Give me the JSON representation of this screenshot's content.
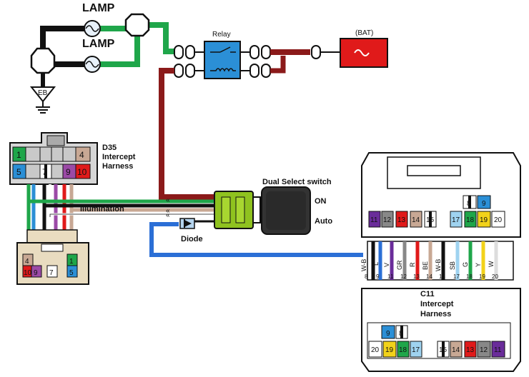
{
  "lamps": [
    {
      "label": "LAMP",
      "wire_color": "#111111"
    },
    {
      "label": "LAMP",
      "wire_color": "#1fa64a"
    }
  ],
  "ground": {
    "label": "EB"
  },
  "relay": {
    "label": "Relay",
    "color": "#2b8fd6"
  },
  "battery": {
    "label": "(BAT)",
    "color": "#e01a1a"
  },
  "switch": {
    "label": "Dual Select switch",
    "on_label": "ON",
    "auto_label": "Auto"
  },
  "diode": {
    "label": "Diode"
  },
  "illumination": {
    "label": "Illumination"
  },
  "d35": {
    "title": "D35",
    "subtitle_1": "Intercept",
    "subtitle_2": "Harness",
    "top_pins": [
      "1",
      "4",
      "5",
      "7",
      "9",
      "10"
    ],
    "bottom_pins": [
      "4",
      "10",
      "9",
      "7",
      "1",
      "5"
    ]
  },
  "c11": {
    "title": "C11",
    "subtitle_1": "Intercept",
    "subtitle_2": "Harness",
    "top_row_1": [
      "8",
      "9"
    ],
    "top_row_2": [
      "11",
      "12",
      "13",
      "14",
      "15",
      "17",
      "18",
      "19",
      "20"
    ],
    "wire_labels": [
      "W-B",
      "L",
      "V",
      "GR",
      "R",
      "BE",
      "W-B",
      "SB",
      "G",
      "Y",
      "W"
    ],
    "wire_pins": [
      "8",
      "9",
      "11",
      "12",
      "13",
      "14",
      "15",
      "17",
      "18",
      "19",
      "20"
    ],
    "bottom_row_1": [
      "9",
      "8"
    ],
    "bottom_row_2": [
      "20",
      "19",
      "18",
      "17",
      "15",
      "14",
      "13",
      "12",
      "11"
    ]
  },
  "colors": {
    "black": "#111111",
    "green": "#1fa64a",
    "darkred": "#8b1a1a",
    "blue": "#2b6fd6",
    "tan": "#b08a70",
    "lime": "#8fc21f",
    "yellow": "#f2d21a",
    "purple": "#6a2c9a"
  }
}
